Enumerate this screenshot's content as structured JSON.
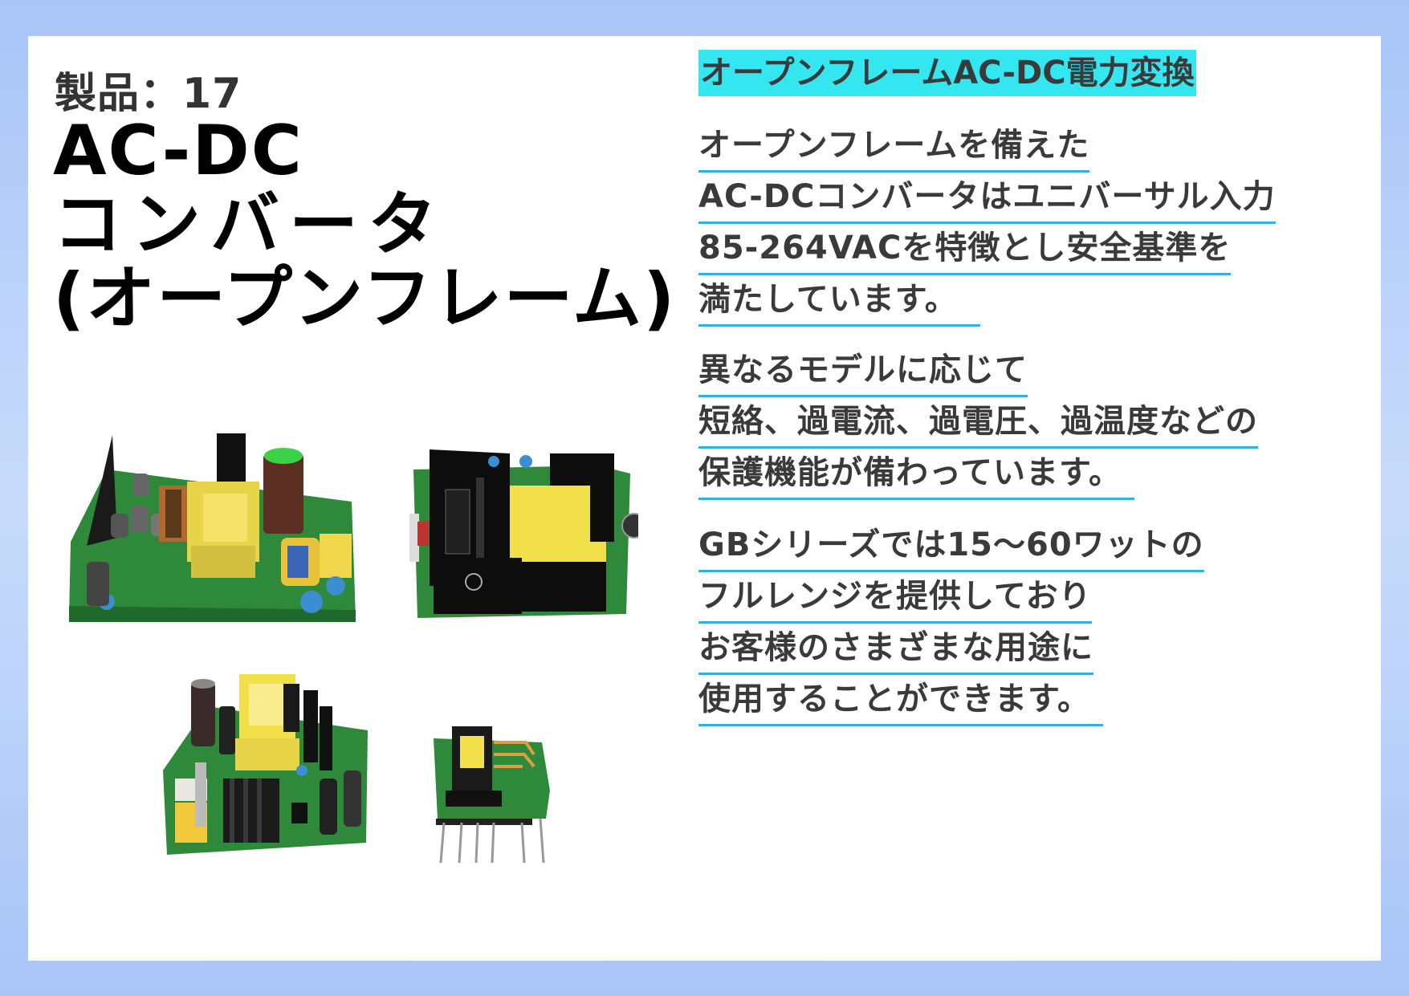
{
  "product": {
    "number_label": "製品：17",
    "title_lines": [
      "AC-DC",
      "コンバータ",
      "(オープンフレーム)"
    ]
  },
  "right": {
    "heading": "オープンフレームAC-DC電力変換",
    "paragraph1": [
      "オープンフレームを備えた",
      "AC-DCコンバータはユニバーサル入力",
      "85-264VACを特徴とし安全基準を",
      "満たしています。"
    ],
    "paragraph2": [
      "異なるモデルに応じて",
      "短絡、過電流、過電圧、過温度などの",
      "保護機能が備わっています。"
    ],
    "paragraph3": [
      "GBシリーズでは15～60ワットの",
      "フルレンジを提供しており",
      "お客様のさまざまな用途に",
      "使用することができます。"
    ]
  },
  "images": [
    {
      "name": "open-frame-converter-board-1"
    },
    {
      "name": "open-frame-converter-board-2"
    },
    {
      "name": "open-frame-converter-board-3"
    },
    {
      "name": "mini-converter-module"
    }
  ],
  "colors": {
    "heading_highlight": "#34e6f0",
    "underline": "#33b0e0",
    "pcb_green": "#2e8a3a",
    "transformer_yellow": "#f2e04a"
  }
}
